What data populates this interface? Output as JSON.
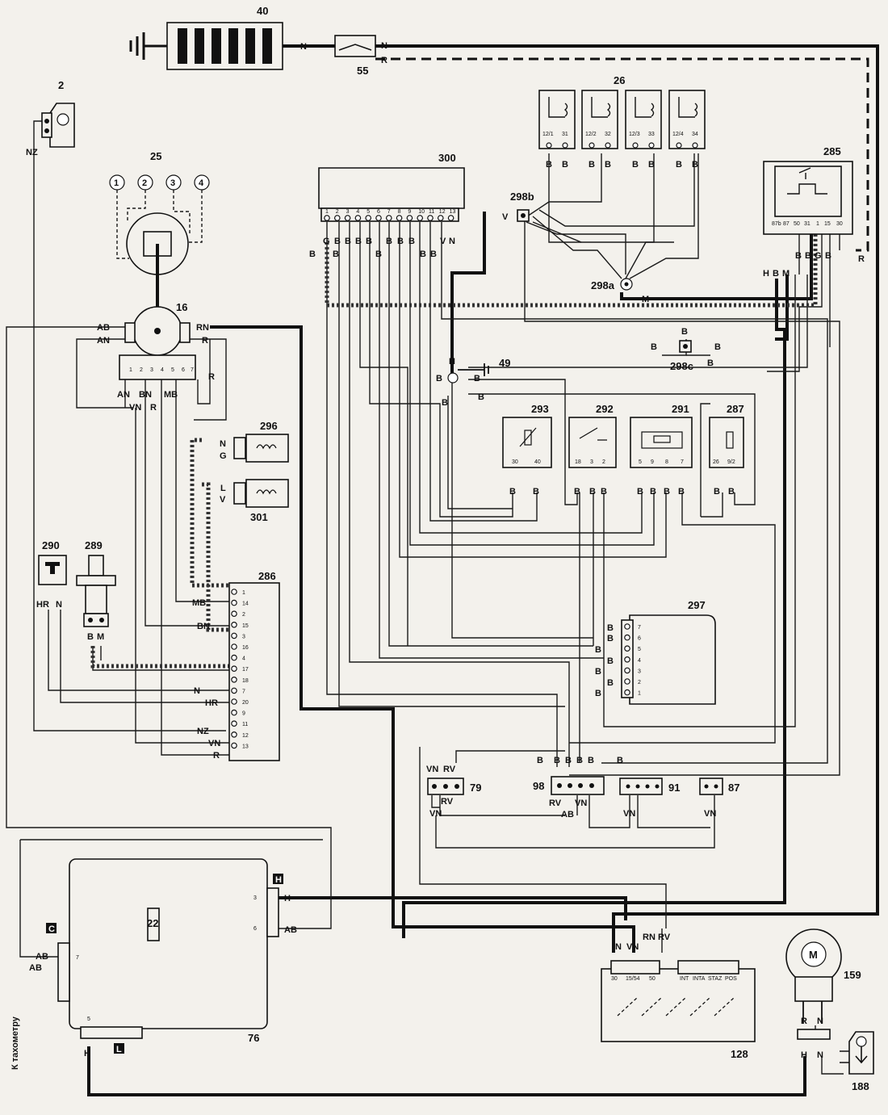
{
  "components": {
    "c40": "40",
    "c55": "55",
    "c2": "2",
    "c25": "25",
    "c16": "16",
    "c26": "26",
    "c285": "285",
    "c300": "300",
    "c298b": "298b",
    "c298a": "298a",
    "c298c": "298c",
    "c49": "49",
    "c293": "293",
    "c292": "292",
    "c291": "291",
    "c287": "287",
    "c296": "296",
    "c301": "301",
    "c290": "290",
    "c289": "289",
    "c286": "286",
    "c297": "297",
    "c79": "79",
    "c98": "98",
    "c91": "91",
    "c87": "87",
    "c22": "22",
    "c76": "76",
    "c128": "128",
    "c159": "159",
    "c188": "188"
  },
  "sparks": [
    "1",
    "2",
    "3",
    "4"
  ],
  "relay_pins": [
    "12/1",
    "31",
    "12/2",
    "32",
    "12/3",
    "33",
    "12/4",
    "34"
  ],
  "pin300": [
    "1",
    "2",
    "3",
    "4",
    "5",
    "6",
    "7",
    "8",
    "9",
    "10",
    "11",
    "12",
    "13"
  ],
  "pin286": [
    "1",
    "14",
    "2",
    "15",
    "3",
    "16",
    "4",
    "17",
    "18",
    "7",
    "20",
    "9",
    "11",
    "12",
    "13"
  ],
  "pin297": [
    "7",
    "6",
    "5",
    "4",
    "3",
    "2",
    "1"
  ],
  "wire": {
    "N": "N",
    "R": "R",
    "B": "B",
    "G": "G",
    "V": "V",
    "M": "M",
    "H": "H",
    "L": "L",
    "NZ": "NZ",
    "AB": "AB",
    "AN": "AN",
    "RN": "RN",
    "BN": "BN",
    "MB": "MB",
    "VN": "VN",
    "HR": "HR",
    "RV": "RV"
  },
  "texts": {
    "tach": "К тахометру",
    "m_symbol": "M",
    "term30": "30",
    "term1554": "15/54",
    "term50": "50",
    "INT": "INT",
    "INTA": "INTA",
    "STAZ": "STAZ",
    "POS": "POS",
    "p285": [
      "87b",
      "87",
      "50",
      "31",
      "1",
      "15",
      "30"
    ],
    "p293": [
      "30",
      "40"
    ],
    "p292": [
      "18",
      "3",
      "2"
    ],
    "p291": [
      "5",
      "9",
      "8",
      "7"
    ],
    "p287": [
      "26",
      "9/2"
    ],
    "p16": [
      "1",
      "2",
      "3",
      "4",
      "5",
      "6",
      "7"
    ],
    "p76a": "3",
    "p76b": "6",
    "p76c": "7",
    "p76d": "5",
    "conC": "C",
    "conH": "H",
    "conL": "L"
  }
}
